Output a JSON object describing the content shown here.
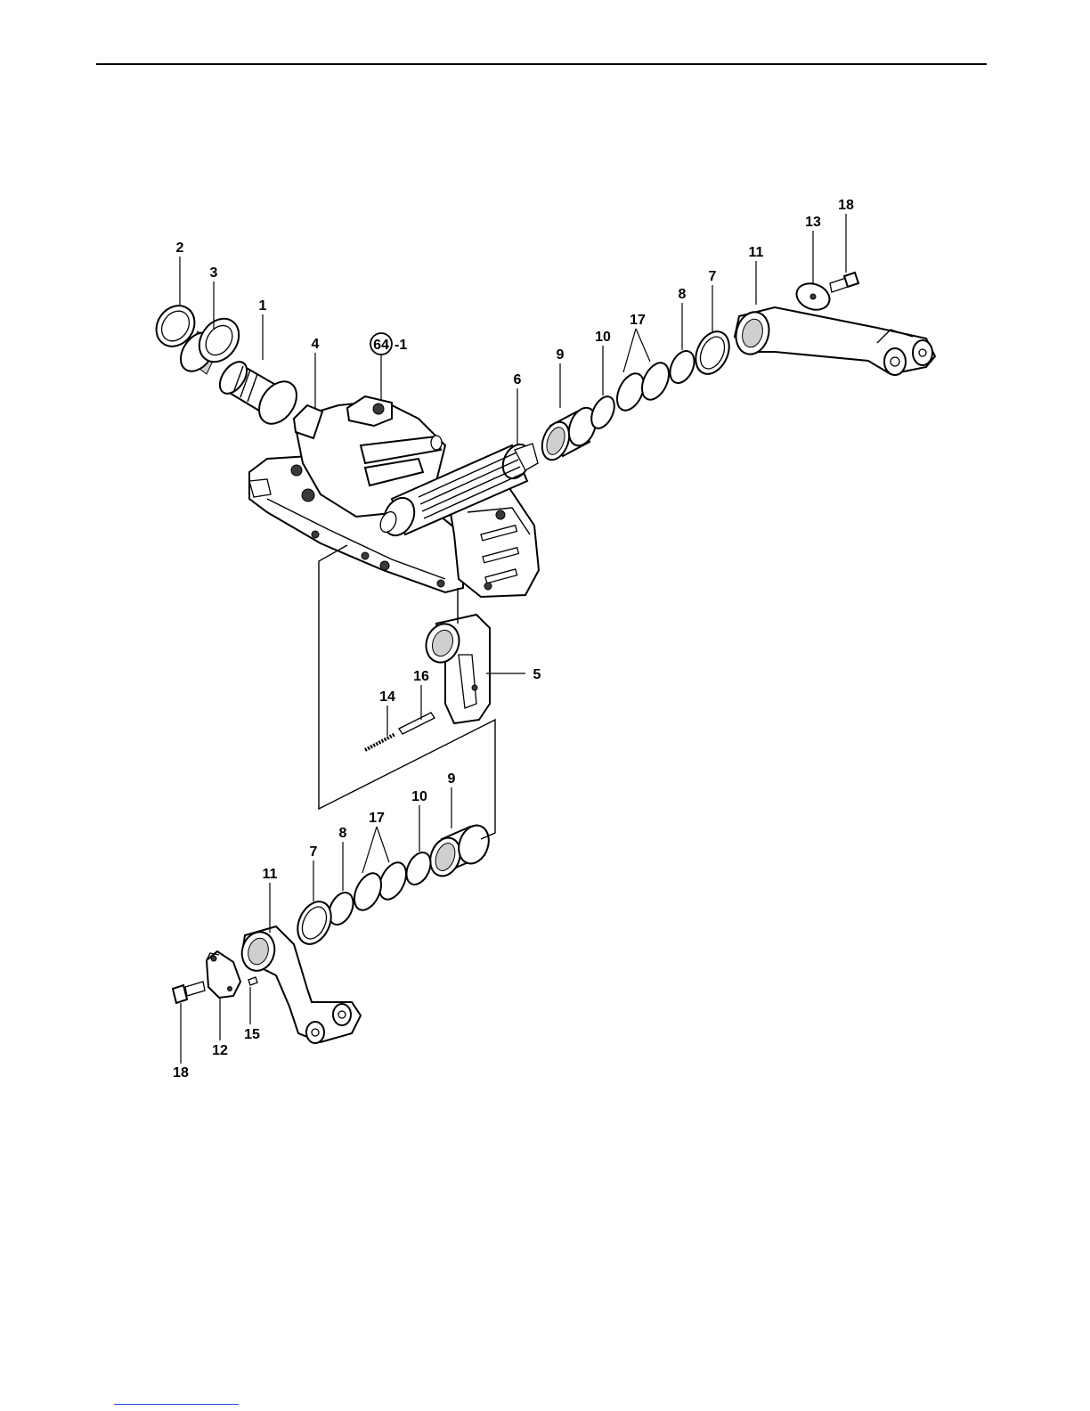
{
  "diagram": {
    "labels": {
      "l1": "1",
      "l2": "2",
      "l3": "3",
      "l4": "4",
      "l5": "5",
      "l6": "6",
      "l7a": "7",
      "l7b": "7",
      "l8a": "8",
      "l8b": "8",
      "l9a": "9",
      "l9b": "9",
      "l10a": "10",
      "l10b": "10",
      "l11a": "11",
      "l11b": "11",
      "l12": "12",
      "l13": "13",
      "l14": "14",
      "l15": "15",
      "l16": "16",
      "l17a": "17",
      "l17b": "17",
      "l18a": "18",
      "l18b": "18"
    },
    "reference": {
      "circle": "64",
      "suffix": "-1"
    }
  }
}
